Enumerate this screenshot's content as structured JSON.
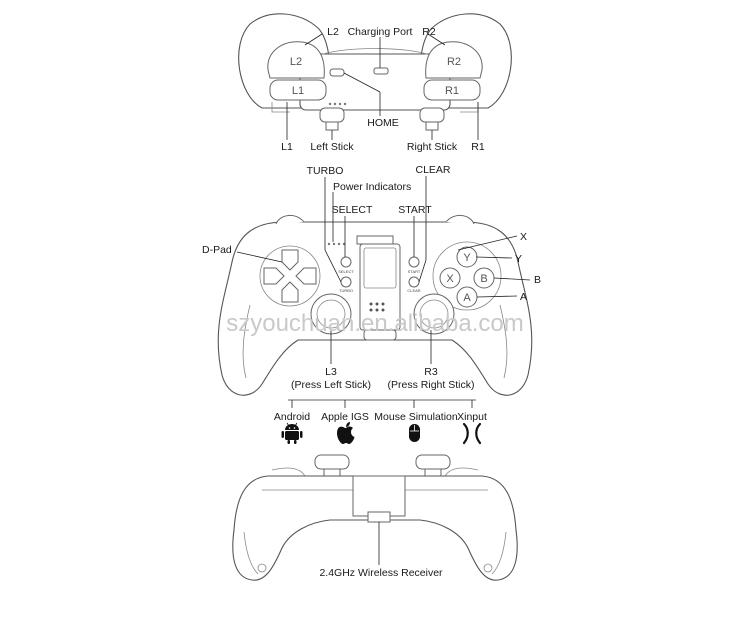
{
  "top_view": {
    "buttons": {
      "l2": "L2",
      "r2": "R2",
      "l1": "L1",
      "r1": "R1"
    },
    "callouts": {
      "l2": "L2",
      "charging_port": "Charging Port",
      "r2": "R2",
      "home": "HOME",
      "l1": "L1",
      "left_stick": "Left Stick",
      "right_stick": "Right Stick",
      "r1": "R1"
    }
  },
  "front_view": {
    "callouts": {
      "turbo": "TURBO",
      "power_indicators": "Power Indicators",
      "select": "SELECT",
      "start": "START",
      "clear": "CLEAR",
      "d_pad": "D-Pad",
      "x": "X",
      "y": "Y",
      "b": "B",
      "a": "A",
      "l3_line1": "L3",
      "l3_line2": "(Press Left Stick)",
      "r3_line1": "R3",
      "r3_line2": "(Press Right Stick)"
    },
    "face_buttons": {
      "y": "Y",
      "x": "X",
      "b": "B",
      "a": "A"
    },
    "small_labels": {
      "select": "SELECT",
      "turbo": "TURBO",
      "start": "START",
      "clear": "CLEAR"
    }
  },
  "modes": [
    {
      "label": "Android",
      "icon": "android-icon"
    },
    {
      "label": "Apple IGS",
      "icon": "apple-icon"
    },
    {
      "label": "Mouse Simulation",
      "icon": "mouse-icon"
    },
    {
      "label": "Xinput",
      "icon": "xinput-icon"
    }
  ],
  "bottom_view": {
    "callouts": {
      "receiver": "2.4GHz Wireless Receiver"
    }
  },
  "watermark": "szyouchuan.en.alibaba.com"
}
